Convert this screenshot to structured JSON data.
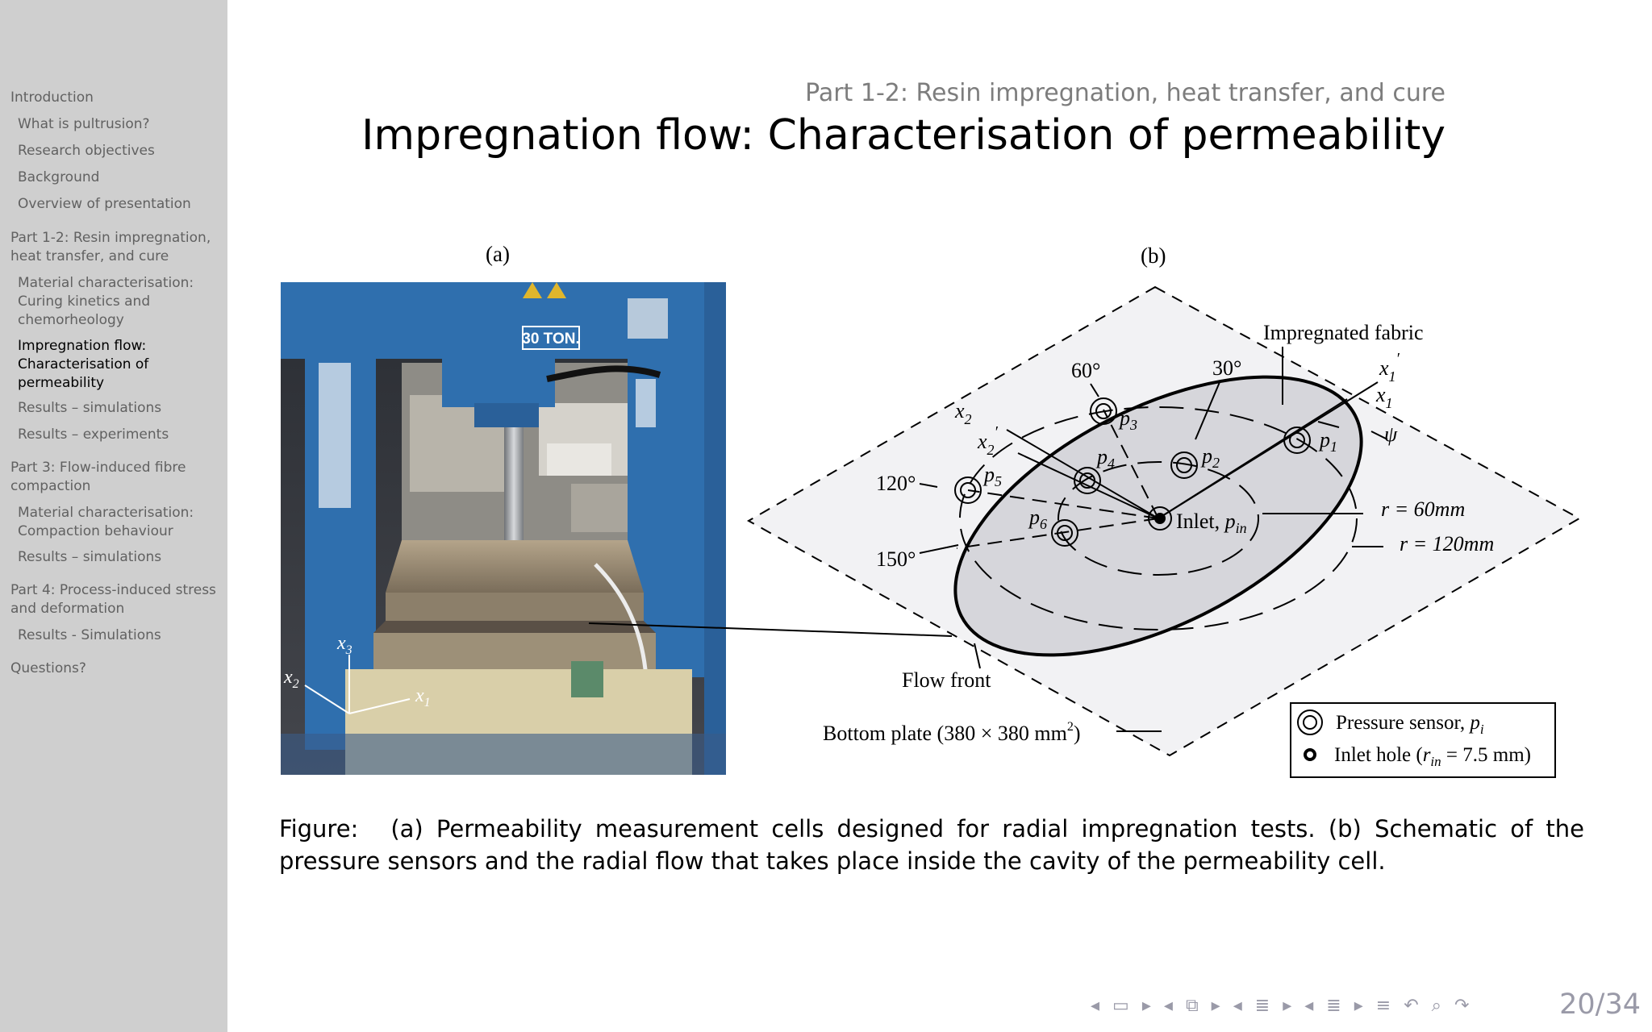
{
  "sidebar": {
    "items": [
      {
        "label": "Introduction"
      },
      {
        "label": "What is pultrusion?"
      },
      {
        "label": "Research objectives"
      },
      {
        "label": "Background"
      },
      {
        "label": "Overview of presentation"
      },
      {
        "label": "Part 1-2: Resin impregnation, heat transfer, and cure"
      },
      {
        "label": "Material characterisation: Curing kinetics and chemorheology"
      },
      {
        "label": "Impregnation flow: Characterisation of permeability"
      },
      {
        "label": "Results – simulations"
      },
      {
        "label": "Results – experiments"
      },
      {
        "label": "Part 3: Flow-induced fibre compaction"
      },
      {
        "label": "Material characterisation: Compaction behaviour"
      },
      {
        "label": "Results – simulations"
      },
      {
        "label": "Part 4: Process-induced stress and deformation"
      },
      {
        "label": "Results - Simulations"
      },
      {
        "label": "Questions?"
      }
    ]
  },
  "header": {
    "part_title": "Part 1-2: Resin impregnation, heat transfer, and cure",
    "frame_title": "Impregnation flow: Characterisation of permeability"
  },
  "figure": {
    "panel_a_label": "(a)",
    "panel_b_label": "(b)",
    "photo": {
      "sign_text": "30 TON.",
      "axis_x1": "x",
      "axis_x1_sub": "1",
      "axis_x2": "x",
      "axis_x2_sub": "2",
      "axis_x3": "x",
      "axis_x3_sub": "3"
    },
    "schematic": {
      "impregnated_fabric": "Impregnated fabric",
      "angle_60": "60°",
      "angle_30": "30°",
      "angle_120": "120°",
      "angle_150": "150°",
      "x1prime": "x",
      "x1prime_sub": "1",
      "x1prime_mark": "′",
      "x1": "x",
      "x1_sub": "1",
      "x2": "x",
      "x2_sub": "2",
      "x2prime": "x",
      "x2prime_sub": "2",
      "x2prime_mark": "′",
      "psi": "ψ",
      "p1": "p",
      "p1_sub": "1",
      "p2": "p",
      "p2_sub": "2",
      "p3": "p",
      "p3_sub": "3",
      "p4": "p",
      "p4_sub": "4",
      "p5": "p",
      "p5_sub": "5",
      "p6": "p",
      "p6_sub": "6",
      "inlet": "Inlet, ",
      "inlet_p": "p",
      "inlet_sub": "in",
      "r60": "r = 60mm",
      "r120": "r = 120mm",
      "flow_front": "Flow front",
      "bottom_plate": "Bottom plate (380 × 380 mm",
      "bottom_plate_sup": "2",
      "bottom_plate_end": ")",
      "legend_pressure": "Pressure sensor, ",
      "legend_pressure_p": "p",
      "legend_pressure_sub": "i",
      "legend_inlet": "Inlet hole (",
      "legend_inlet_r": "r",
      "legend_inlet_sub": "in",
      "legend_inlet_end": " = 7.5 mm)"
    },
    "caption_prefix": "Figure:",
    "caption_text": "(a) Permeability measurement cells designed for radial impregnation tests. (b) Schematic of the pressure sensors and the radial flow that takes place inside the cavity of the permeability cell."
  },
  "nav": {
    "page_number": "20/34",
    "icons": [
      "arrow-left-icon",
      "frame-icon",
      "arrow-right-icon",
      "arrow-left-icon",
      "subsection-icon",
      "arrow-right-icon",
      "arrow-left-icon",
      "section-icon",
      "arrow-right-icon",
      "arrow-left-icon",
      "toc-icon",
      "arrow-right-icon",
      "appendix-icon",
      "undo-icon",
      "search-icon",
      "redo-icon"
    ]
  }
}
